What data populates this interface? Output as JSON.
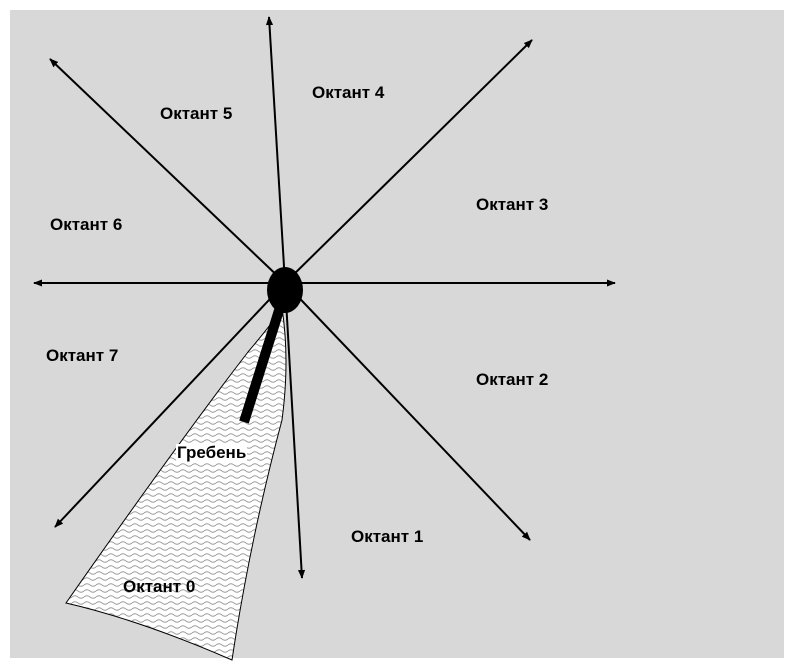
{
  "diagram": {
    "center_marker": "center-dot",
    "ridge_label": "Гребень",
    "octants": [
      {
        "id": 0,
        "label": "Октант 0"
      },
      {
        "id": 1,
        "label": "Октант 1"
      },
      {
        "id": 2,
        "label": "Октант 2"
      },
      {
        "id": 3,
        "label": "Октант 3"
      },
      {
        "id": 4,
        "label": "Октант 4"
      },
      {
        "id": 5,
        "label": "Октант 5"
      },
      {
        "id": 6,
        "label": "Октант 6"
      },
      {
        "id": 7,
        "label": "Октант 7"
      }
    ]
  }
}
